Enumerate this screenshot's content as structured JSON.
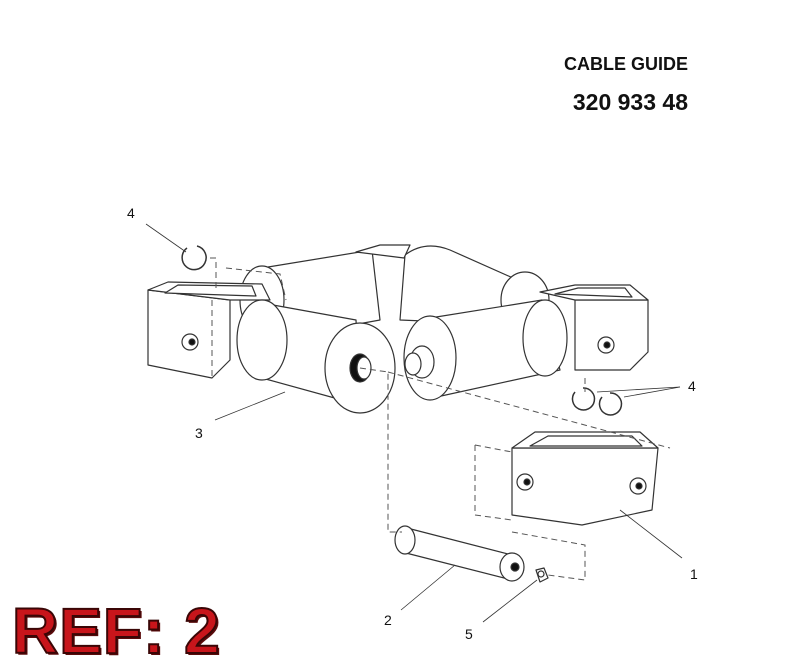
{
  "header": {
    "title": "CABLE GUIDE",
    "part_number": "320 933 48"
  },
  "callouts": {
    "c1": "1",
    "c2": "2",
    "c3": "3",
    "c4a": "4",
    "c4b": "4",
    "c5": "5"
  },
  "ref_label": "REF: 2",
  "colors": {
    "line": "#333333",
    "ref_red": "#c8151b"
  }
}
